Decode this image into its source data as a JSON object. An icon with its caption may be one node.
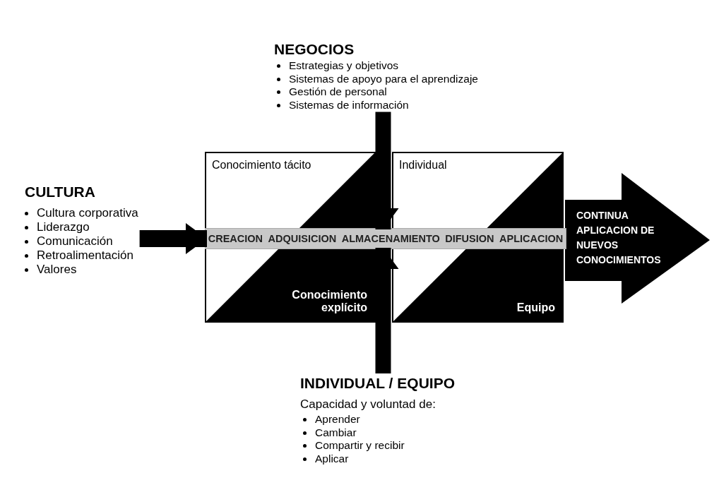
{
  "diagram": {
    "nodes": [
      {
        "text": [
          "NEGOCIOS",
          "Estrategias y objetivos",
          "Sistemas de apoyo para el aprendizaje",
          "Gestión de personal",
          "Sistemas de información"
        ]
      },
      {
        "text": [
          "CULTURA",
          "Cultura corporativa",
          "Liderazgo",
          "Comunicación",
          "Retroalimentación",
          "Valores"
        ]
      },
      {
        "text": [
          "INDIVIDUAL / EQUIPO",
          "Capacidad y voluntad de:",
          "Aprender",
          "Cambiar",
          "Compartir y recibir",
          "Aplicar"
        ]
      },
      {
        "text": [
          "Conocimiento tácito",
          "Conocimiento explícito"
        ]
      },
      {
        "text": [
          "Individual",
          "Equipo"
        ]
      },
      {
        "text": [
          "CREACION",
          "ADQUISICION",
          "ALMACENAMIENTO",
          "DIFUSION",
          "APLICACION"
        ]
      },
      {
        "text": [
          "CONTINUA APLICACION DE NUEVOS CONOCIMIENTOS"
        ]
      }
    ],
    "edges": [
      {
        "from": 0,
        "to": 5,
        "arrow": "to"
      },
      {
        "from": 1,
        "to": 5,
        "arrow": "to"
      },
      {
        "from": 2,
        "to": 5,
        "arrow": "to"
      }
    ]
  }
}
